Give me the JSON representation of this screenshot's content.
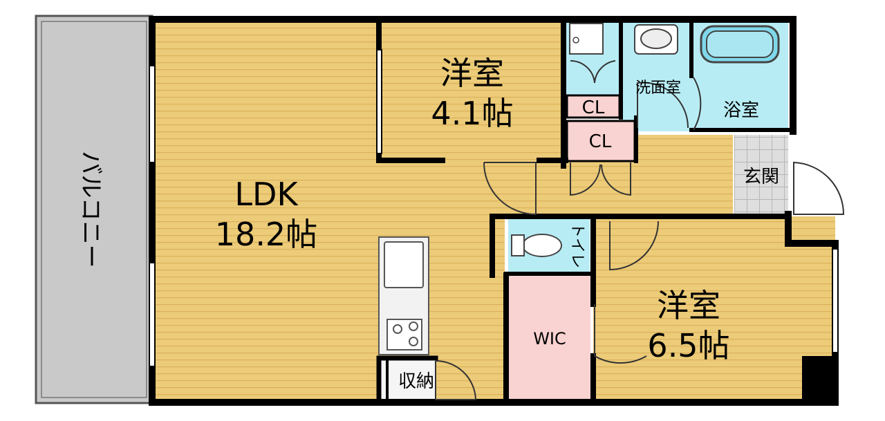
{
  "rooms": {
    "ldk": {
      "name": "LDK",
      "size": "18.2帖"
    },
    "western_1": {
      "name": "洋室",
      "size": "4.1帖"
    },
    "western_2": {
      "name": "洋室",
      "size": "6.5帖"
    },
    "washroom": {
      "name": "洗面室"
    },
    "bath": {
      "name": "浴室"
    },
    "closet_1": {
      "name": "CL"
    },
    "closet_2": {
      "name": "CL"
    },
    "entrance": {
      "name": "玄関"
    },
    "toilet": {
      "name": "トイレ"
    },
    "wic": {
      "name": "WIC"
    },
    "storage": {
      "name": "収納"
    },
    "balcony": {
      "name": "バルコニー"
    }
  },
  "colors": {
    "floor": "#eccb79",
    "floor_stripe": "#dcb25c",
    "wet_area": "#b8ecf5",
    "closet": "#f9d3d1",
    "balcony": "#c9c9c9",
    "entrance_tile": "#dcdcdc",
    "wall": "#000000"
  }
}
